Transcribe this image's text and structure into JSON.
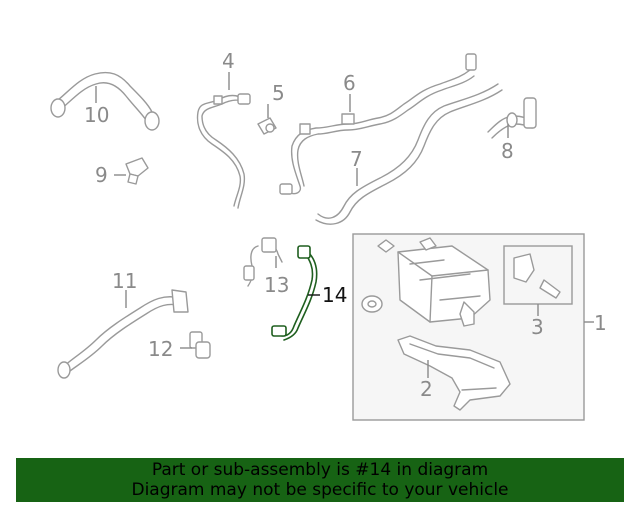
{
  "highlight_color": "#176314",
  "callouts": {
    "c1": "1",
    "c2": "2",
    "c3": "3",
    "c4": "4",
    "c5": "5",
    "c6": "6",
    "c7": "7",
    "c8": "8",
    "c9": "9",
    "c10": "10",
    "c11": "11",
    "c12": "12",
    "c13": "13",
    "c14": "14"
  },
  "banner": {
    "line1": "Part or sub-assembly is #14 in diagram",
    "line2": "Diagram may not be specific to your vehicle"
  }
}
